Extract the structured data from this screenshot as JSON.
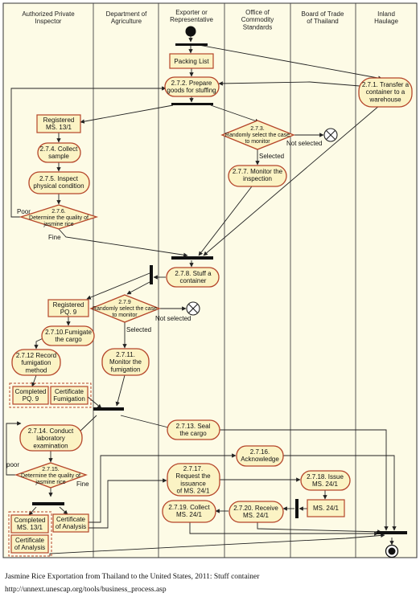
{
  "lanes": [
    "Authorized Private\nInspector",
    "Department of\nAgriculture",
    "Exporter or\nRepresentative",
    "Office of\nCommodity\nStandards",
    "Board of Trade\nof Thailand",
    "Inland\nHaulage"
  ],
  "nodes": {
    "packing_list": "Packing List",
    "n2_7_2": "2.7.2. Prepare\ngoods for stuffing",
    "n2_7_1": "2.7.1. Transfer a\ncontainer to a\nwarehouse",
    "reg_ms13": "Registered\nMS. 13/1",
    "n2_7_4": "2.7.4. Collect\nsample",
    "n2_7_5": "2.7.5. Inspect\nphysical condition",
    "n2_7_6": "2.7.6.\nDetermine the quality of\njasmine rice",
    "n2_7_3": "2.7.3.\nRandomly select the case\nto monitor",
    "n2_7_7": "2.7.7. Monitor the\ninspection",
    "n2_7_8": "2.7.8. Stuff a\ncontainer",
    "reg_pq9": "Registered\nPQ. 9",
    "n2_7_9": "2.7.9\nRandomly select the case\nto monitor",
    "n2_7_10": "2.7.10.Fumigate\nthe cargo",
    "n2_7_12": "2.7.12 Record\nfumigation\nmethod",
    "n2_7_11": "2.7.11.\nMonitor the\nfumigation",
    "completed_pq9": "Completed\nPQ. 9",
    "cert_fumigation": "Certificate\nFumigation",
    "n2_7_14": "2.7.14. Conduct\nlaboratory\nexamination",
    "n2_7_13": "2.7.13. Seal\nthe cargo",
    "n2_7_15": "2.7.15.\nDetermine the quality of\njasmine rice",
    "n2_7_16": "2.7.16.\nAcknowledge",
    "n2_7_17": "2.7.17.\nRequest the\nissuance\nof MS. 24/1",
    "n2_7_18": "2.7.18. Issue\nMS. 24/1",
    "ms24": "MS. 24/1",
    "n2_7_19": "2.7.19. Collect\nMS. 24/1",
    "n2_7_20": "2.7.20. Receive\nMS. 24/1",
    "completed_ms13": "Completed\nMS. 13/1",
    "cert_analysis_a": "Certificate\nof Analysis",
    "cert_analysis_b": "Certificate\nof Analysis"
  },
  "guards": {
    "poor_1": "Poor",
    "fine_1": "Fine",
    "not_selected_1": "Not selected",
    "selected_1": "Selected",
    "not_selected_2": "Not selected",
    "selected_2": "Selected",
    "poor_2": "poor",
    "fine_2": "Fine"
  },
  "caption": {
    "line1": "Jasmine Rice Exportation from Thailand to the United States, 2011: Stuff container",
    "line2": "http://unnext.unescap.org/tools/business_process.asp"
  }
}
